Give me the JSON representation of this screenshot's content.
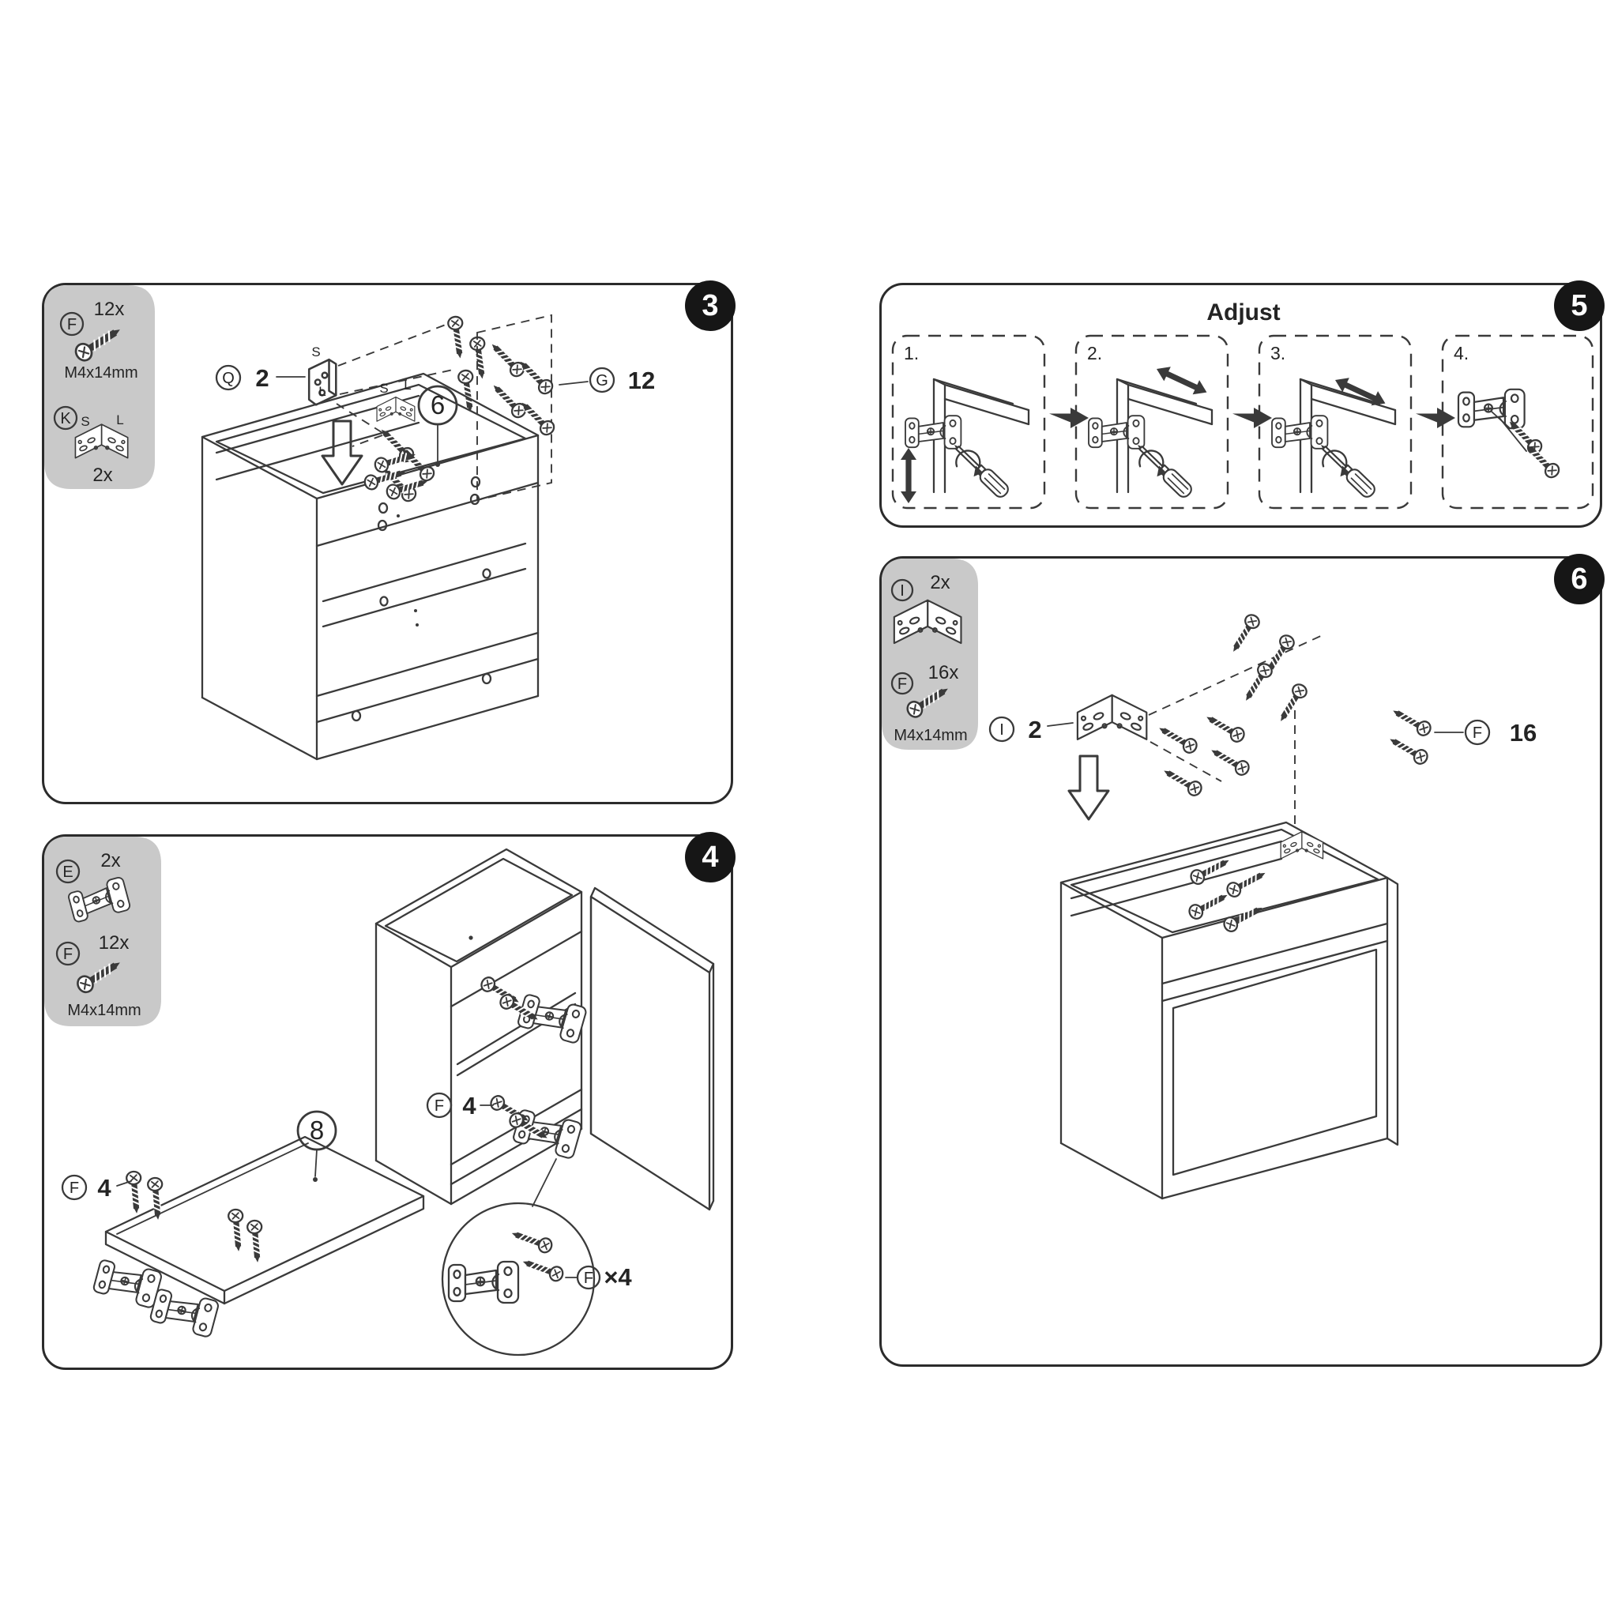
{
  "colors": {
    "background": "#ffffff",
    "line_ink": "#3a3a3a",
    "panel_border": "#2b2b2b",
    "hardware_box_bg": "#c9c9c9",
    "badge_bg": "#161616",
    "badge_text": "#ffffff"
  },
  "panel3": {
    "badge": "3",
    "hw": {
      "screw_id": "F",
      "screw_qty": "12x",
      "screw_size": "M4x14mm",
      "bracket_id": "K",
      "bracket_qty": "2x"
    },
    "marks": {
      "s": "S",
      "l": "L"
    },
    "callout_bracket": {
      "id": "Q",
      "qty": "2"
    },
    "callout_screws": {
      "id": "G",
      "qty": "12"
    },
    "part_ref": "6"
  },
  "panel4": {
    "badge": "4",
    "hw": {
      "hinge_id": "E",
      "hinge_qty": "2x",
      "screw_id": "F",
      "screw_qty": "12x",
      "screw_size": "M4x14mm"
    },
    "callout_cabinet": {
      "id": "F",
      "qty": "4"
    },
    "callout_door": {
      "id": "F",
      "qty": "4"
    },
    "part_ref": "8",
    "detail": {
      "id": "F",
      "mult": "×4"
    }
  },
  "panel5": {
    "badge": "5",
    "title": "Adjust",
    "steps": [
      "1.",
      "2.",
      "3.",
      "4."
    ]
  },
  "panel6": {
    "badge": "6",
    "hw": {
      "bracket_id": "I",
      "bracket_qty": "2x",
      "screw_id": "F",
      "screw_qty": "16x",
      "screw_size": "M4x14mm"
    },
    "callout_bracket": {
      "id": "I",
      "qty": "2"
    },
    "callout_screws": {
      "id": "F",
      "qty": "16"
    }
  }
}
